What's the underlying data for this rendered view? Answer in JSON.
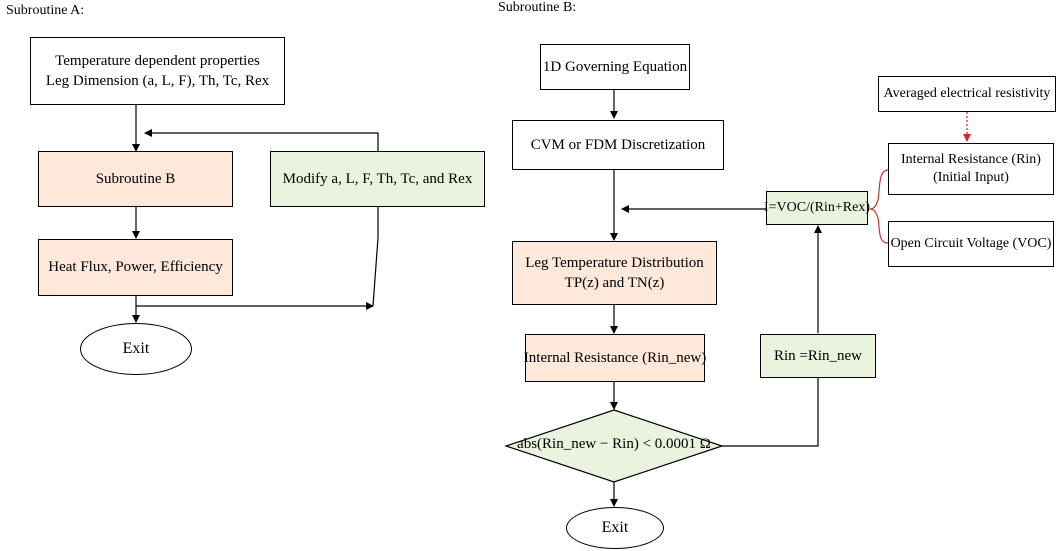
{
  "subroutine_a": {
    "title": "Subroutine A:",
    "props_box": {
      "line1": "Temperature dependent properties",
      "line2": "Leg Dimension (a, L, F), Th, Tc, Rex"
    },
    "sub_b_box": "Subroutine B",
    "modify_box": "Modify a, L, F, Th, Tc, and Rex",
    "heat_flux_box": "Heat Flux, Power, Efficiency",
    "exit": "Exit"
  },
  "subroutine_b": {
    "title": "Subroutine B:",
    "governing_box": "1D Governing Equation",
    "discretization_box": "CVM or FDM Discretization",
    "leg_temp_box": {
      "line1": "Leg Temperature Distribution",
      "line2": "TP(z) and TN(z)"
    },
    "internal_new_box": "Internal Resistance (Rin_new)",
    "decision": "abs(Rin_new − Rin) < 0.0001 Ω",
    "exit": "Exit",
    "current_box": "I=VOC/(Rin+Rex)",
    "update_box": "Rin =Rin_new",
    "resistivity_box": "Averaged electrical resistivity",
    "internal_init_box": {
      "line1": "Internal Resistance (Rin)",
      "line2": "(Initial Input)"
    },
    "ocv_box": "Open Circuit Voltage (VOC)"
  },
  "colors": {
    "pink_fill": "#fde8d9",
    "green_fill": "#eaf3de",
    "dotted_arrow": "#e02020",
    "brace": "#c0392b"
  }
}
